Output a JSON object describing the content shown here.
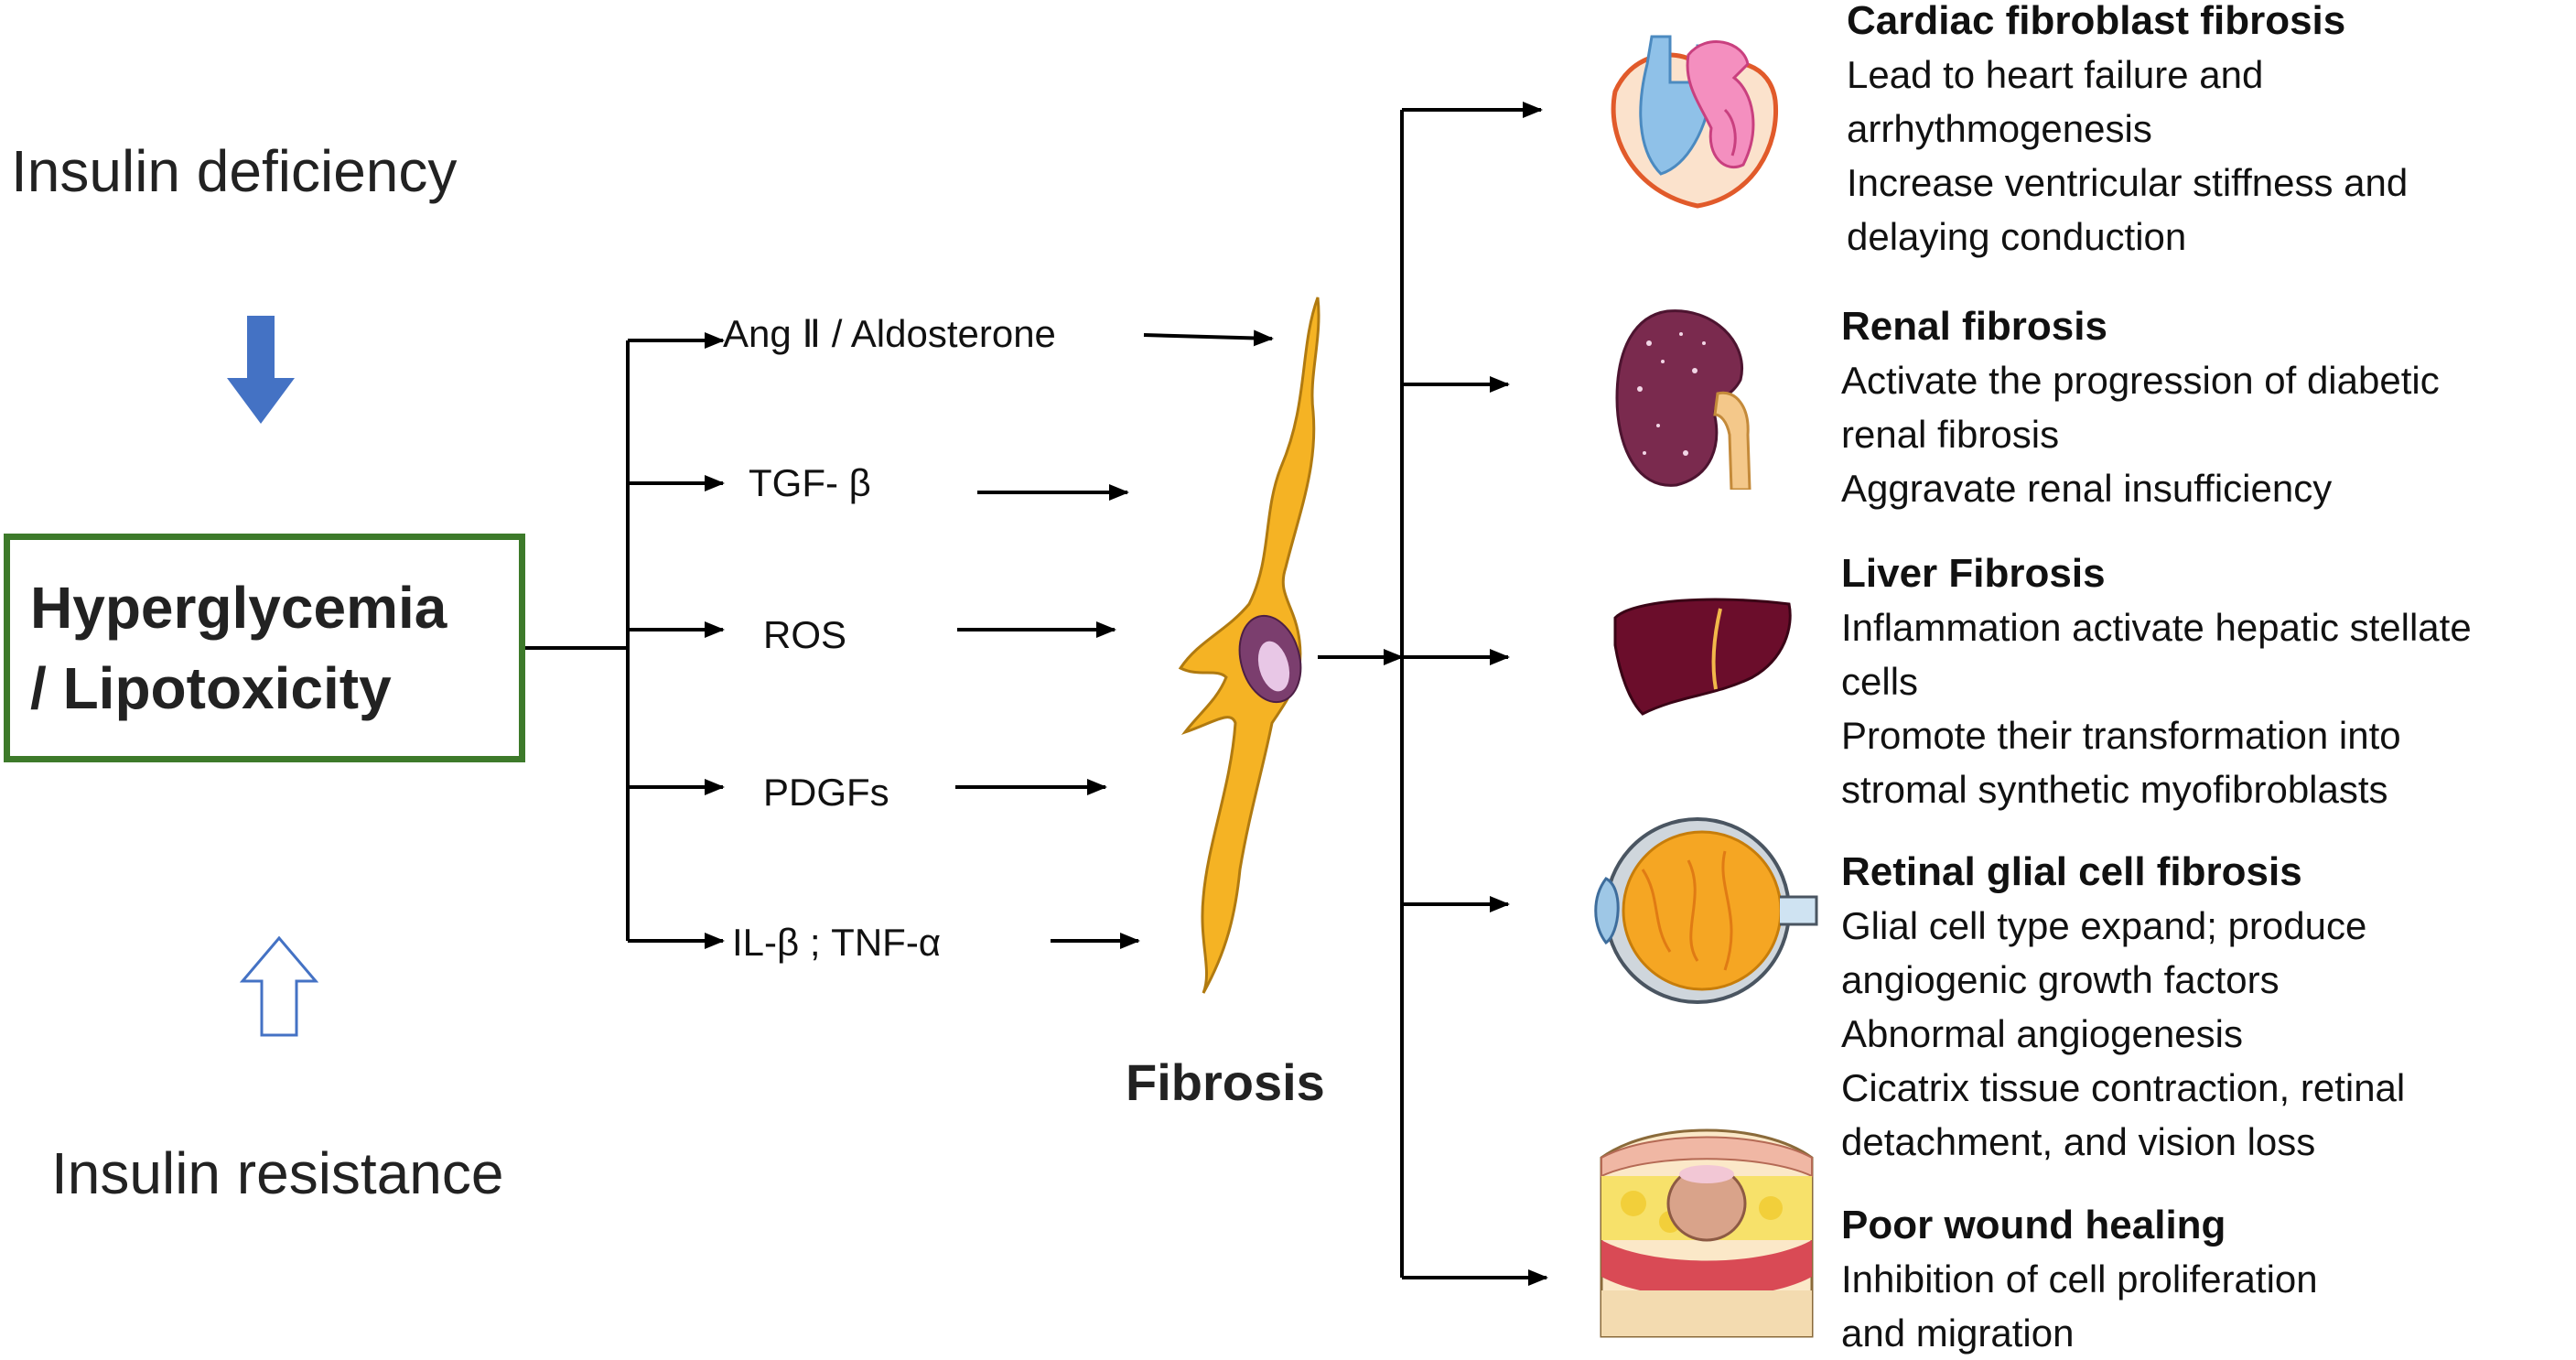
{
  "left": {
    "top_label": "Insulin deficiency",
    "center_box": {
      "line1": "Hyperglycemia",
      "line2": "/ Lipotoxicity"
    },
    "bottom_label": "Insulin resistance"
  },
  "mediators": [
    "Ang Ⅱ / Aldosterone",
    "TGF- β",
    "ROS",
    "PDGFs",
    "IL-β ; TNF-α"
  ],
  "center_label": "Fibrosis",
  "organs": [
    {
      "title": "Cardiac fibroblast fibrosis",
      "lines": [
        "Lead to heart failure and",
        "arrhythmogenesis",
        "Increase ventricular stiffness and",
        "delaying conduction"
      ]
    },
    {
      "title": "Renal fibrosis",
      "lines": [
        "Activate the progression of diabetic",
        "renal fibrosis",
        "Aggravate renal insufficiency"
      ]
    },
    {
      "title": "Liver Fibrosis",
      "lines": [
        "Inflammation activate hepatic stellate",
        "cells",
        "Promote their transformation into",
        "stromal synthetic myofibroblasts"
      ]
    },
    {
      "title": "Retinal glial cell fibrosis",
      "lines": [
        "Glial cell type expand; produce",
        "angiogenic growth factors",
        "Abnormal angiogenesis",
        "Cicatrix tissue contraction, retinal",
        "detachment, and vision loss"
      ]
    },
    {
      "title": "Poor wound healing",
      "lines": [
        "Inhibition of cell proliferation",
        "and migration"
      ]
    }
  ],
  "icons": {
    "arrow_down": "solid-down-arrow-icon",
    "arrow_up": "hollow-up-arrow-icon",
    "cell": "fibroblast-cell-icon",
    "heart": "heart-icon",
    "kidney": "kidney-icon",
    "liver": "liver-icon",
    "eye": "eye-icon",
    "skin": "skin-wound-icon"
  },
  "colors": {
    "box_border": "#3d7a2a",
    "arrow_down_fill": "#4472c4",
    "arrow_up_stroke": "#4472c4",
    "cell_fill": "#f5b324",
    "liver_fill": "#6b0d2b",
    "kidney_fill": "#7a2a4e"
  }
}
